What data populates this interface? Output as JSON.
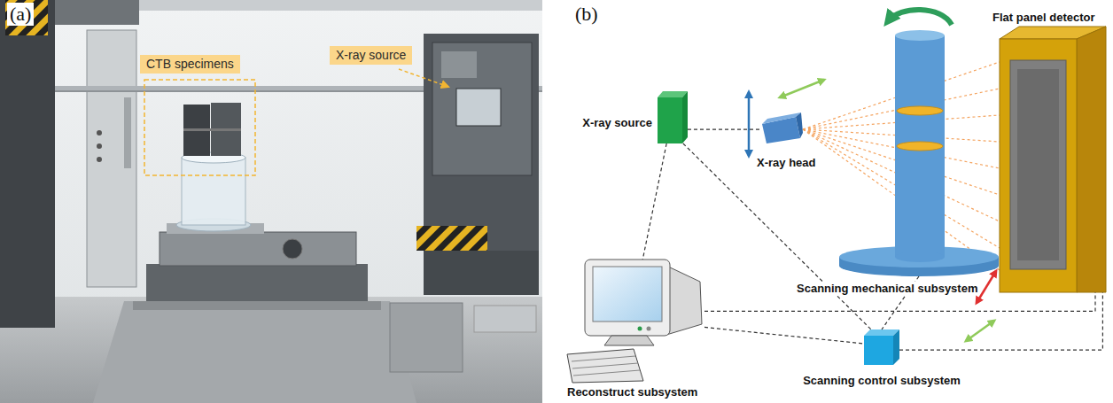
{
  "diagram": {
    "nodes": [
      {
        "text": [
          "CTB specimens"
        ]
      },
      {
        "text": [
          "X-ray source"
        ]
      },
      {
        "text": [
          "X-ray source"
        ]
      },
      {
        "text": [
          "X-ray head"
        ]
      },
      {
        "text": [
          "Flat panel detector"
        ]
      },
      {
        "text": [
          "Scanning mechanical subsystem"
        ]
      },
      {
        "text": [
          "Reconstruct subsystem"
        ]
      },
      {
        "text": [
          "Scanning control subsystem"
        ]
      }
    ],
    "edges": [
      {
        "from": 2,
        "to": 3,
        "arrow": "none"
      },
      {
        "from": 2,
        "to": 6,
        "arrow": "none"
      },
      {
        "from": 2,
        "to": 7,
        "arrow": "none"
      },
      {
        "from": 5,
        "to": 7,
        "arrow": "none"
      },
      {
        "from": 6,
        "to": 7,
        "arrow": "none"
      },
      {
        "from": 6,
        "to": 4,
        "arrow": "none"
      },
      {
        "from": 7,
        "to": 4,
        "arrow": "none"
      }
    ],
    "labels": [
      "(a)",
      "(b)"
    ]
  }
}
